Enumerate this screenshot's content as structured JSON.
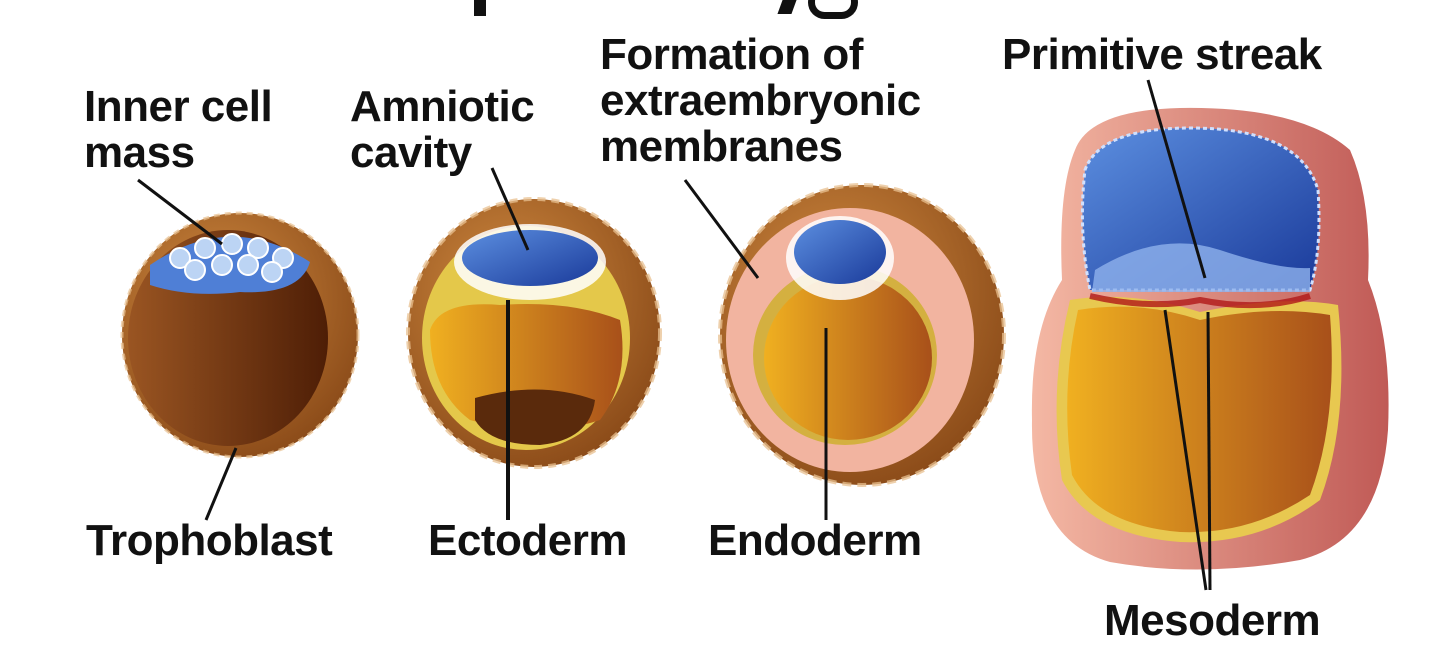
{
  "title_fragment": "Cut-off title (only descenders visible at top edge)",
  "stages": [
    {
      "id": "blastocyst",
      "top_label": "Inner cell\nmass",
      "bottom_label": "Trophoblast"
    },
    {
      "id": "amniotic",
      "top_label": "Amniotic\ncavity",
      "bottom_label": "Ectoderm"
    },
    {
      "id": "extraembryonic",
      "top_label": "Formation of\nextraembryonic\nmembranes",
      "bottom_label": "Endoderm"
    },
    {
      "id": "primitive-streak",
      "top_label": "Primitive streak",
      "bottom_label": "Mesoderm"
    }
  ],
  "colors": {
    "trophoblast_brown": "#a8652a",
    "yolk_dark": "#5a2a0c",
    "amnion_blue": "#2b5fc4",
    "yolk_orange": "#e0a020",
    "membrane_pink": "#f2b4a0",
    "outer_red": "#c8605a"
  }
}
